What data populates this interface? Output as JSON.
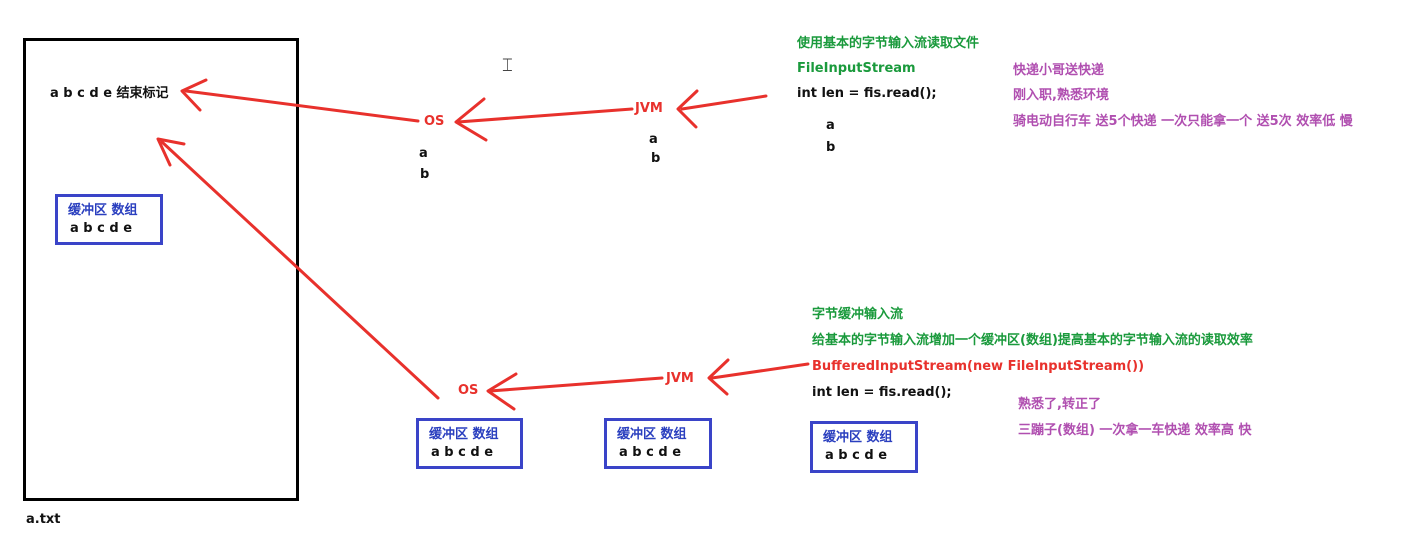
{
  "file": {
    "name": "a.txt",
    "content": "a b c d e 结束标记",
    "buffer_title": "缓冲区 数组",
    "buffer_content": "a b c d e"
  },
  "top_flow": {
    "os_label": "OS",
    "jvm_label": "JVM",
    "os_bytes": [
      "a",
      "b"
    ],
    "jvm_bytes": [
      "a",
      "b"
    ],
    "code_title": "使用基本的字节输入流读取文件",
    "code_class": "FileInputStream",
    "code_read": "int len = fis.read();",
    "code_bytes": [
      "a",
      "b"
    ],
    "analogy": [
      "快递小哥送快递",
      "刚入职,熟悉环境",
      "骑电动自行车  送5个快递  一次只能拿一个  送5次   效率低   慢"
    ]
  },
  "bottom_flow": {
    "os_label": "OS",
    "jvm_label": "JVM",
    "code_title": "字节缓冲输入流",
    "code_desc": "给基本的字节输入流增加一个缓冲区(数组)提高基本的字节输入流的读取效率",
    "code_class": "BufferedInputStream(new FileInputStream())",
    "code_read": "int len = fis.read();",
    "buffers": [
      {
        "title": "缓冲区 数组",
        "content": "a b c d e"
      },
      {
        "title": "缓冲区 数组",
        "content": "a b c d e"
      },
      {
        "title": "缓冲区 数组",
        "content": "a b c d e"
      }
    ],
    "analogy": [
      "熟悉了,转正了",
      "三蹦子(数组)  一次拿一车快递  效率高  快"
    ]
  },
  "colors": {
    "arrow": "#e8312c",
    "code_title": "#1a9a3c",
    "analogy": "#b04fb0",
    "buffer_border": "#3a44c8",
    "buffer_text": "#2a3fbf"
  }
}
